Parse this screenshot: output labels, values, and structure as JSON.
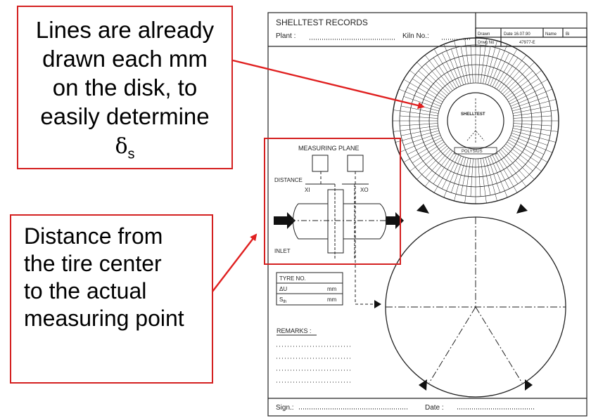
{
  "callout_top": {
    "lines": [
      "Lines are already",
      "drawn each mm",
      "on the disk, to",
      "easily determine"
    ],
    "symbol": "δ",
    "subscript": "s"
  },
  "callout_bottom": {
    "lines": [
      "Distance from",
      "the tire center",
      "to the actual",
      "measuring point"
    ]
  },
  "record_sheet": {
    "title": "SHELLTEST RECORDS",
    "plant_label": "Plant :",
    "kiln_label": "Kiln No.:",
    "drawn_label": "Drawn",
    "date_value": "Date 16.07.90",
    "name_label": "Name",
    "name_value": "Bi",
    "drwg_label": "Drwg No",
    "drwg_value": "47977-E",
    "disk_label": "SHELLTEST",
    "disk_brand": "POLYSIUS",
    "measuring_plane": "MEASURING PLANE",
    "distance": "DISTANCE",
    "xi": "XI",
    "xo": "XO",
    "inlet": "INLET",
    "tyre_no": "TYRE NO.",
    "delta_u": "ΔU",
    "mm": "mm",
    "s_th": "S",
    "s_th_sub": "th",
    "remarks": "REMARKS :",
    "sign": "Sign.:",
    "date": "Date :"
  },
  "colors": {
    "callout_border": "#d42020",
    "arrow": "#e02020",
    "ink": "#222222"
  }
}
